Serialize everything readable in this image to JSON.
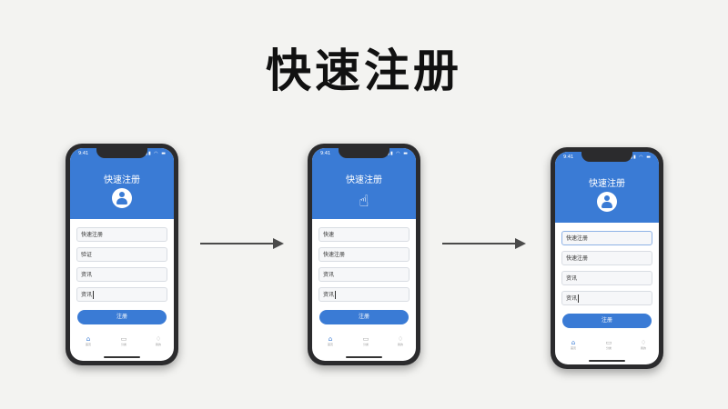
{
  "title": "快速注册",
  "phones": [
    {
      "time": "9:41",
      "signal": "▮▮ ◠ ▬",
      "screen_title": "快速注册",
      "icon": "user-icon",
      "fields": [
        "快速注册",
        "验证",
        "资讯",
        "资讯"
      ],
      "button": "注册",
      "nav": [
        {
          "icon": "home-icon",
          "label": "首页"
        },
        {
          "icon": "box-icon",
          "label": "分类"
        },
        {
          "icon": "bell-icon",
          "label": "我的"
        }
      ]
    },
    {
      "time": "9:41",
      "signal": "▮▮ ◠ ▬",
      "screen_title": "快速注册",
      "icon": "touch-icon",
      "fields": [
        "快速",
        "快速注册",
        "资讯",
        "资讯"
      ],
      "button": "注册",
      "nav": [
        {
          "icon": "home-icon",
          "label": "首页"
        },
        {
          "icon": "box-icon",
          "label": "分类"
        },
        {
          "icon": "bell-icon",
          "label": "我的"
        }
      ]
    },
    {
      "time": "9:41",
      "signal": "▮▮ ◠ ▬",
      "screen_title": "快速注册",
      "icon": "user-icon",
      "fields": [
        "快速注册",
        "快速注册",
        "资讯",
        "资讯"
      ],
      "button": "注册",
      "nav": [
        {
          "icon": "home-icon",
          "label": "首页"
        },
        {
          "icon": "box-icon",
          "label": "分类"
        },
        {
          "icon": "bell-icon",
          "label": "我的"
        }
      ]
    }
  ],
  "colors": {
    "primary": "#3a7bd5",
    "frame": "#2b2b2d",
    "background": "#f3f3f1"
  }
}
